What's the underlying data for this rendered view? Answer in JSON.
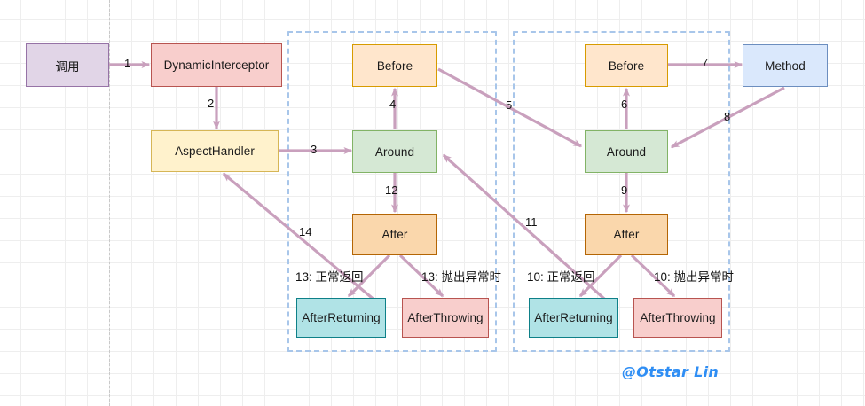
{
  "diagram": {
    "title": "Spring AOP AspectHandler flow",
    "watermark": "@Otstar Lin",
    "colors": {
      "arrow": "#c9a0bd",
      "group_border": "#a8c6ea",
      "grid_minor": "#eeeeee",
      "grid_major": "#e2e2e2",
      "watermark": "#2f8ef4"
    },
    "groups": [
      {
        "id": "group-left",
        "label": ""
      },
      {
        "id": "group-right",
        "label": ""
      }
    ],
    "nodes": [
      {
        "id": "call",
        "label": "调用",
        "style": "n-call"
      },
      {
        "id": "dynamic",
        "label": "DynamicInterceptor",
        "style": "n-red"
      },
      {
        "id": "aspect",
        "label": "AspectHandler",
        "style": "n-yellow"
      },
      {
        "id": "before-left",
        "label": "Before",
        "style": "n-orange-l"
      },
      {
        "id": "around-left",
        "label": "Around",
        "style": "n-green"
      },
      {
        "id": "after-left",
        "label": "After",
        "style": "n-orange-d"
      },
      {
        "id": "afterreturn-left",
        "label": "AfterReturning",
        "style": "n-cyan"
      },
      {
        "id": "afterthrow-left",
        "label": "AfterThrowing",
        "style": "n-red"
      },
      {
        "id": "before-right",
        "label": "Before",
        "style": "n-orange-l"
      },
      {
        "id": "around-right",
        "label": "Around",
        "style": "n-green"
      },
      {
        "id": "after-right",
        "label": "After",
        "style": "n-orange-d"
      },
      {
        "id": "afterreturn-right",
        "label": "AfterReturning",
        "style": "n-cyan"
      },
      {
        "id": "afterthrow-right",
        "label": "AfterThrowing",
        "style": "n-red"
      },
      {
        "id": "method",
        "label": "Method",
        "style": "n-blue"
      }
    ],
    "edges": [
      {
        "id": "e1",
        "label": "1",
        "from": "call",
        "to": "dynamic"
      },
      {
        "id": "e2",
        "label": "2",
        "from": "dynamic",
        "to": "aspect"
      },
      {
        "id": "e3",
        "label": "3",
        "from": "aspect",
        "to": "around-left"
      },
      {
        "id": "e4",
        "label": "4",
        "from": "around-left",
        "to": "before-left"
      },
      {
        "id": "e5",
        "label": "5",
        "from": "before-left",
        "to": "around-right"
      },
      {
        "id": "e6",
        "label": "6",
        "from": "around-right",
        "to": "before-right"
      },
      {
        "id": "e7",
        "label": "7",
        "from": "before-right",
        "to": "method"
      },
      {
        "id": "e8",
        "label": "8",
        "from": "method",
        "to": "around-right"
      },
      {
        "id": "e9",
        "label": "9",
        "from": "around-right",
        "to": "after-right"
      },
      {
        "id": "e10a",
        "label": "10: 正常返回",
        "from": "after-right",
        "to": "afterreturn-right"
      },
      {
        "id": "e10b",
        "label": "10: 抛出异常时",
        "from": "after-right",
        "to": "afterthrow-right"
      },
      {
        "id": "e11",
        "label": "11",
        "from": "after-right",
        "to": "around-left"
      },
      {
        "id": "e12",
        "label": "12",
        "from": "around-left",
        "to": "after-left"
      },
      {
        "id": "e13a",
        "label": "13: 正常返回",
        "from": "after-left",
        "to": "afterreturn-left"
      },
      {
        "id": "e13b",
        "label": "13: 抛出异常时",
        "from": "after-left",
        "to": "afterthrow-left"
      },
      {
        "id": "e14",
        "label": "14",
        "from": "after-left",
        "to": "aspect"
      }
    ]
  }
}
